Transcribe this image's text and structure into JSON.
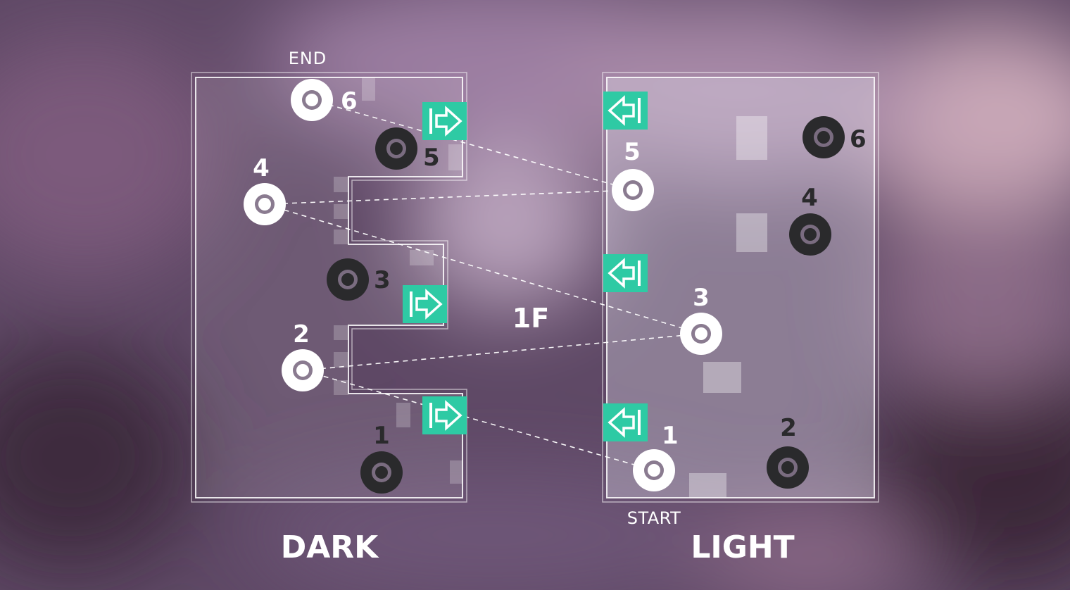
{
  "colors": {
    "accent": "#2ecaa4",
    "ring_white": "#ffffff",
    "ring_dark": "#2a2a2c",
    "hole_dark": "#7a6c80"
  },
  "floor_label": "1F",
  "dark_panel": {
    "title": "DARK",
    "end_label": "END",
    "nodes": [
      {
        "label": "1",
        "style": "dark"
      },
      {
        "label": "2",
        "style": "white"
      },
      {
        "label": "3",
        "style": "dark"
      },
      {
        "label": "4",
        "style": "white"
      },
      {
        "label": "5",
        "style": "dark"
      },
      {
        "label": "6",
        "style": "white"
      }
    ],
    "portals": [
      {
        "icon": "arrow-right-icon"
      },
      {
        "icon": "arrow-right-icon"
      },
      {
        "icon": "arrow-right-icon"
      }
    ]
  },
  "light_panel": {
    "title": "LIGHT",
    "start_label": "START",
    "nodes": [
      {
        "label": "1",
        "style": "white"
      },
      {
        "label": "2",
        "style": "dark"
      },
      {
        "label": "3",
        "style": "white"
      },
      {
        "label": "4",
        "style": "dark"
      },
      {
        "label": "5",
        "style": "white"
      },
      {
        "label": "6",
        "style": "dark"
      }
    ],
    "portals": [
      {
        "icon": "arrow-left-icon"
      },
      {
        "icon": "arrow-left-icon"
      },
      {
        "icon": "arrow-left-icon"
      }
    ]
  },
  "path_links": [
    {
      "from": "light-1",
      "to": "dark-2"
    },
    {
      "from": "dark-2",
      "to": "light-3"
    },
    {
      "from": "light-3",
      "to": "dark-4"
    },
    {
      "from": "dark-4",
      "to": "light-5"
    },
    {
      "from": "light-5",
      "to": "dark-6"
    }
  ]
}
